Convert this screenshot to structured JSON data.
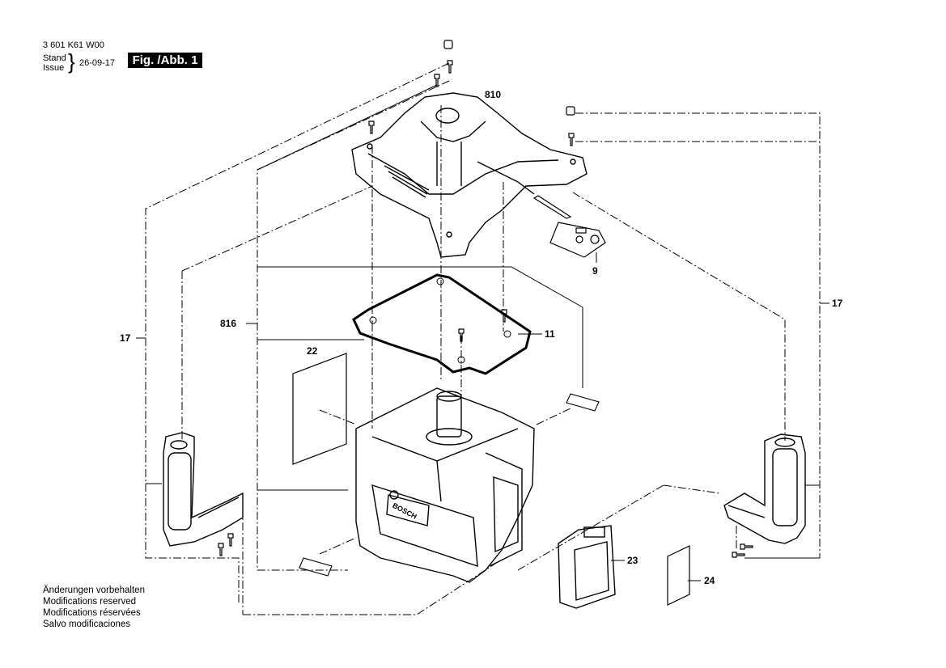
{
  "header": {
    "part_number": "3 601 K61 W00",
    "stand_label": "Stand",
    "issue_label": "Issue",
    "date": "26-09-17",
    "figure_label": "Fig. /Abb. 1"
  },
  "notes": [
    "Änderungen vorbehalten",
    "Modifications reserved",
    "Modifications réservées",
    "Salvo modificaciones"
  ],
  "callouts": {
    "c810": "810",
    "c9": "9",
    "c17_left": "17",
    "c17_right": "17",
    "c816": "816",
    "c11": "11",
    "c22": "22",
    "c23": "23",
    "c24": "24",
    "brand_logo": "BOSCH"
  }
}
